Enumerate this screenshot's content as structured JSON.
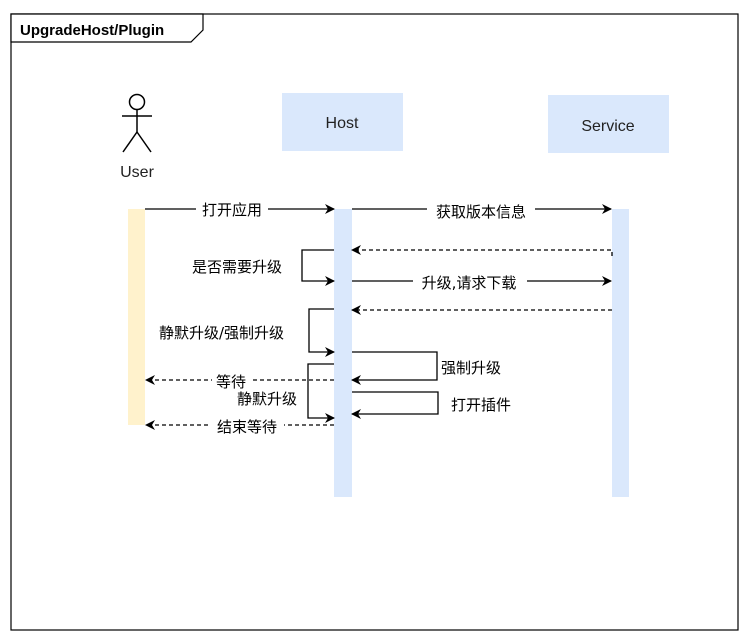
{
  "frame": {
    "title": "UpgradeHost/Plugin"
  },
  "participants": {
    "user": {
      "label": "User"
    },
    "host": {
      "label": "Host"
    },
    "service": {
      "label": "Service"
    }
  },
  "messages": {
    "open_app": "打开应用",
    "get_version": "获取版本信息",
    "need_upgrade": "是否需要升级",
    "upgrade_download": "升级,请求下载",
    "silent_or_force": "静默升级/强制升级",
    "force_upgrade": "强制升级",
    "wait": "等待",
    "silent_upgrade": "静默升级",
    "open_plugin": "打开插件",
    "end_wait": "结束等待"
  },
  "colors": {
    "lifeline_blue": "#dae8fc",
    "lifeline_user": "#fff2cc",
    "participant_fill": "#dae8fc",
    "line": "#000000"
  }
}
